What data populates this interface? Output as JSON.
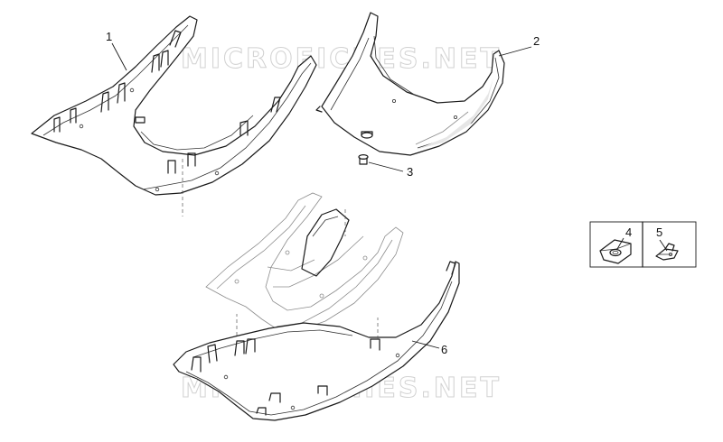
{
  "watermark": {
    "text": "MICROFICHES.NET"
  },
  "callouts": {
    "c1": "1",
    "c2": "2",
    "c3": "3",
    "c4": "4",
    "c5": "5",
    "c6": "6"
  },
  "colors": {
    "stroke": "#1a1a1a",
    "watermark": "#c9c9c9",
    "background": "#ffffff"
  }
}
